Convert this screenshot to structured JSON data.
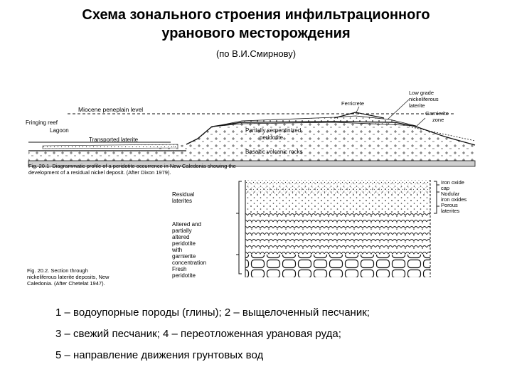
{
  "slide": {
    "title_line1": "Схема зонального строения инфильтрационного",
    "title_line2": "уранового месторождения",
    "subtitle": "(по В.И.Смирнову)"
  },
  "figure1": {
    "labels": {
      "miocene": "Miocene peneplain level",
      "ferricrete": "Ferricrete",
      "low_grade_1": "Low grade",
      "low_grade_2": "nickeliferous",
      "low_grade_3": "laterite",
      "garnierite_1": "Garnierite",
      "garnierite_2": "zone",
      "fringing_reef": "Fringing reef",
      "lagoon": "Lagoon",
      "transported": "Transported laterite",
      "partially_1": "Partially serpentinized",
      "partially_2": "peridotite",
      "basaltic": "Basaltic volcanic rocks"
    },
    "caption_line1": "Fig. 20.1.   Diagrammatic profile of a peridotite occurrence in New Caledonia showing the",
    "caption_line2": "development of a residual nickel deposit. (After Dixon 1979)."
  },
  "figure2": {
    "labels": {
      "residual_1": "Residual",
      "residual_2": "laterites",
      "altered_1": "Altered and",
      "altered_2": "partially",
      "altered_3": "altered",
      "altered_4": "peridotite",
      "altered_5": "with",
      "altered_6": "garnierite",
      "altered_7": "concentration",
      "fresh_1": "Fresh",
      "fresh_2": "peridotite",
      "iron_oxide_1": "Iron oxide",
      "iron_oxide_2": "cap",
      "nodular_1": "Nodular",
      "nodular_2": "iron oxides",
      "porous_1": "Porous",
      "porous_2": "laterites"
    },
    "caption_line1": "Fig. 20.2.   Section through",
    "caption_line2": "nickeliferous laterite deposits, New",
    "caption_line3": "Caledonia. (After Chetelat 1947)."
  },
  "legend": {
    "line1": "1 – водоупорные породы (глины); 2 – выщелоченный песчаник;",
    "line2": "3 – свежий песчаник; 4 – переотложенная урановая руда;",
    "line3": "5 – направление движения грунтовых вод"
  }
}
